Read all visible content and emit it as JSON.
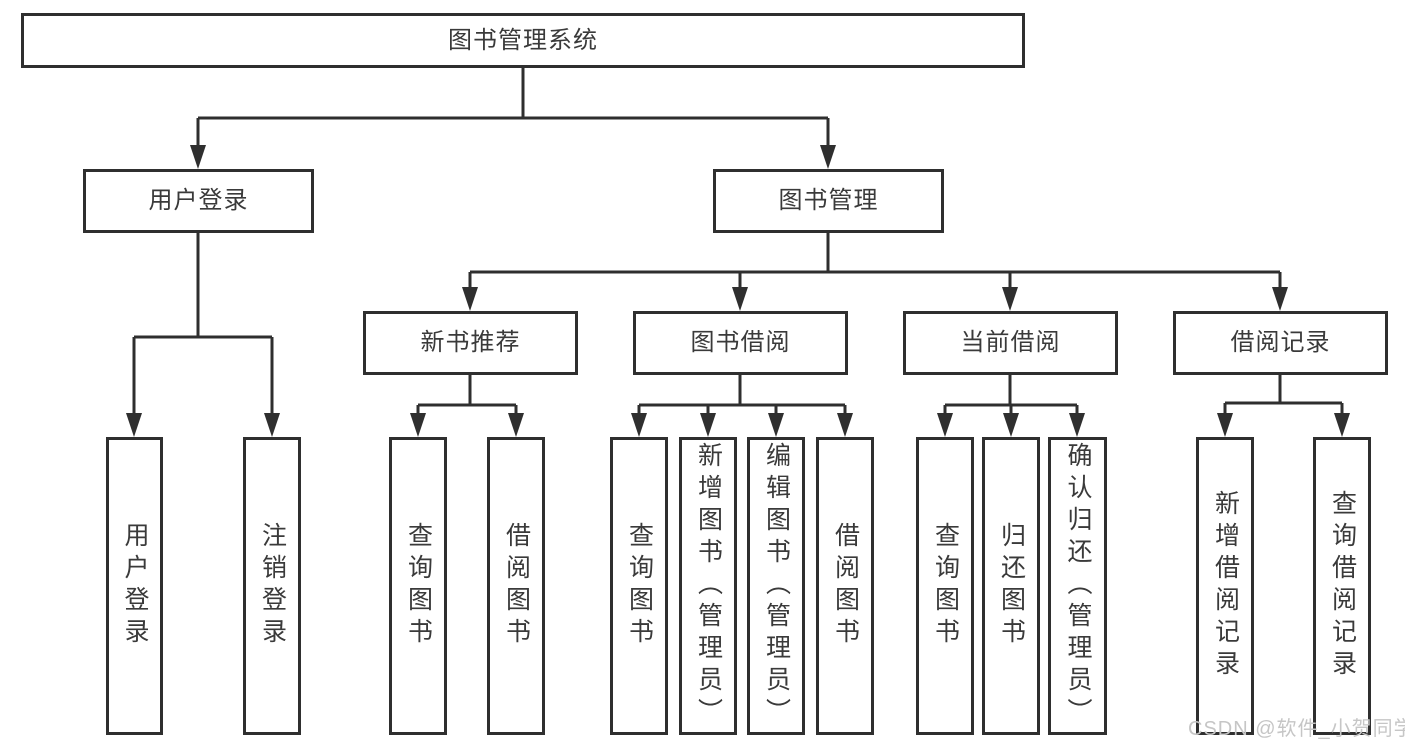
{
  "tree": {
    "root": {
      "label": "图书管理系统"
    },
    "branches": [
      {
        "label": "用户登录",
        "leaves": [
          {
            "label": "用户登录"
          },
          {
            "label": "注销登录"
          }
        ]
      },
      {
        "label": "图书管理",
        "groups": [
          {
            "label": "新书推荐",
            "leaves": [
              {
                "label": "查询图书"
              },
              {
                "label": "借阅图书"
              }
            ]
          },
          {
            "label": "图书借阅",
            "leaves": [
              {
                "label": "查询图书"
              },
              {
                "label": "新增图书（管理员）"
              },
              {
                "label": "编辑图书（管理员）"
              },
              {
                "label": "借阅图书"
              }
            ]
          },
          {
            "label": "当前借阅",
            "leaves": [
              {
                "label": "查询图书"
              },
              {
                "label": "归还图书"
              },
              {
                "label": "确认归还（管理员）"
              }
            ]
          },
          {
            "label": "借阅记录",
            "leaves": [
              {
                "label": "新增借阅记录"
              },
              {
                "label": "查询借阅记录"
              }
            ]
          }
        ]
      }
    ]
  },
  "watermark": "CSDN @软件_小贺同学",
  "colors": {
    "line": "#2f2f2f",
    "box_border": "#2f2f2f",
    "text": "#3a3a3a",
    "watermark": "#c6c6c6",
    "background": "#ffffff"
  }
}
